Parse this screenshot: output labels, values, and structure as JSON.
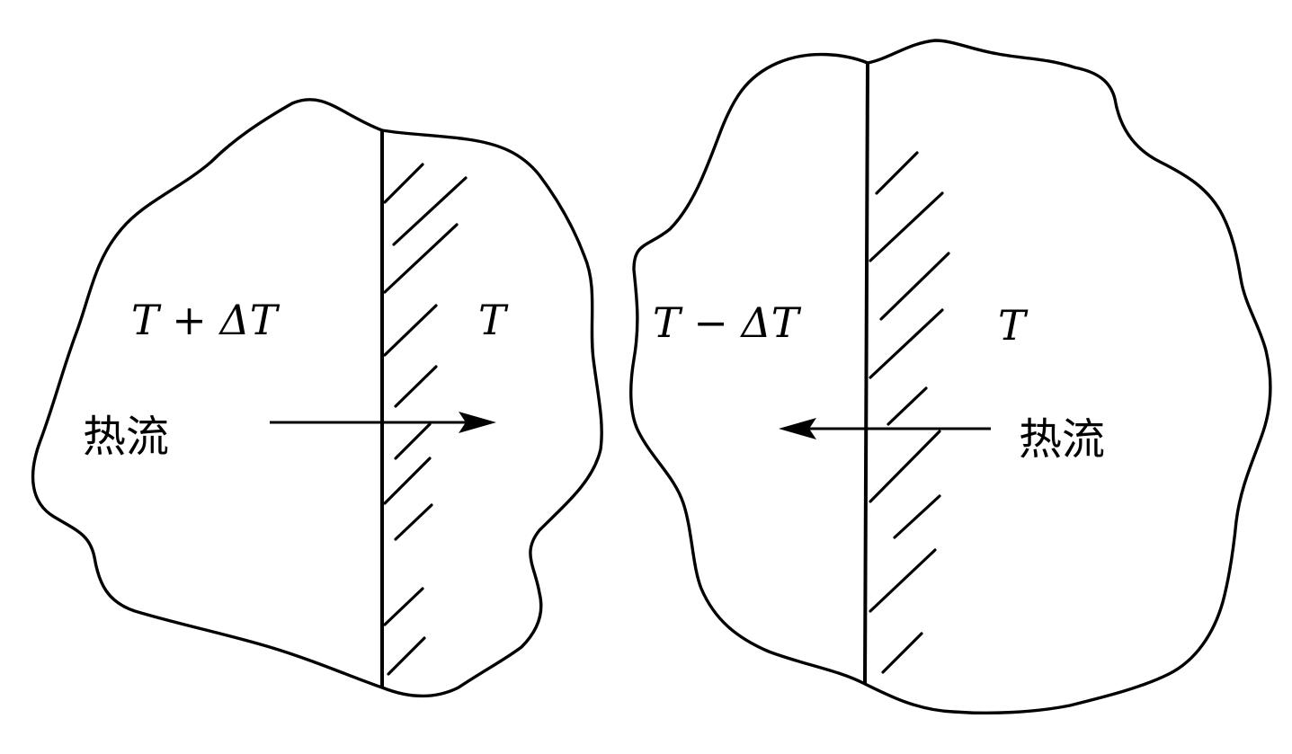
{
  "left_panel": {
    "region_hot_label": "T + ΔT",
    "region_cold_label": "T",
    "heat_flow_label": "热流",
    "heat_flow_direction": "right"
  },
  "right_panel": {
    "region_cold_label": "T − ΔT",
    "region_hot_label": "T",
    "heat_flow_label": "热流",
    "heat_flow_direction": "left"
  }
}
